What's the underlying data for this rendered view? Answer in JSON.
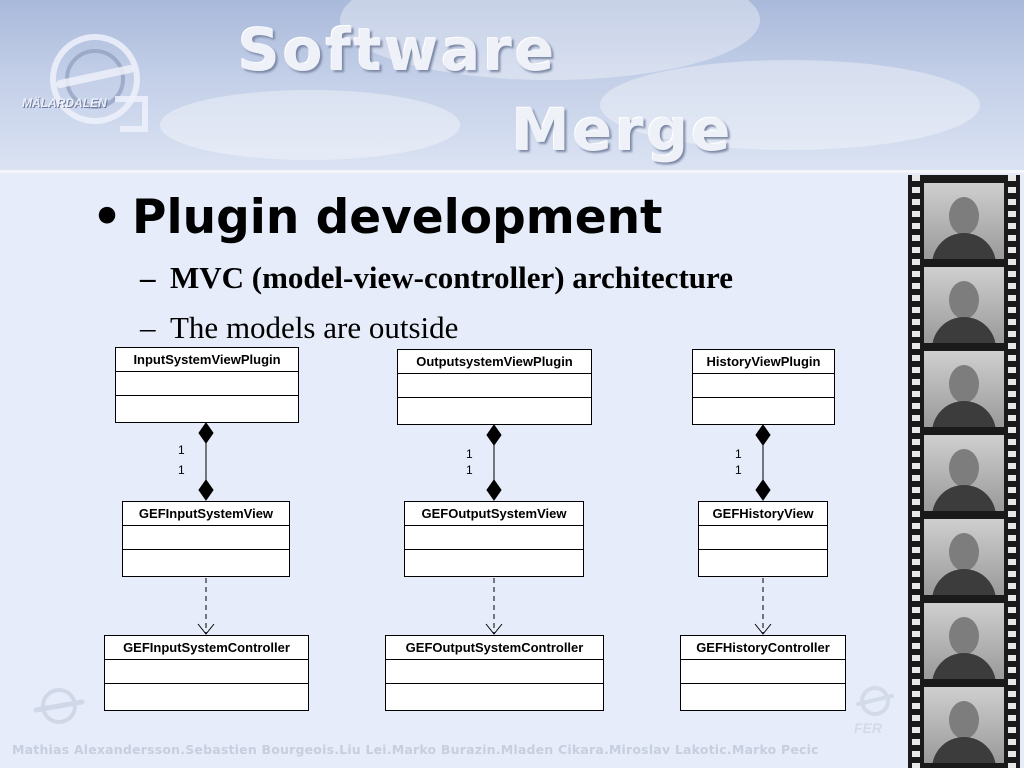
{
  "header": {
    "title_line1": "Software",
    "title_line2": "Merge",
    "logo_left_text": "MÄLARDALEN",
    "logo_right_text": "FER"
  },
  "content": {
    "bullet": "Plugin development",
    "sub_bullets": [
      "MVC (model-view-controller) architecture",
      "The models are outside"
    ]
  },
  "diagram": {
    "plugins": [
      "InputSystemViewPlugin",
      "OutputsystemViewPlugin",
      "HistoryViewPlugin"
    ],
    "views": [
      "GEFInputSystemView",
      "GEFOutputSystemView",
      "GEFHistoryView"
    ],
    "controllers": [
      "GEFInputSystemController",
      "GEFOutputSystemController",
      "GEFHistoryController"
    ],
    "multiplicity": [
      "1",
      "1"
    ]
  },
  "footer": {
    "credits": "Mathias Alexandersson.Sebastien Bourgeois.Liu Lei.Marko Burazin.Mladen Cikara.Miroslav Lakotic.Marko Pecic"
  },
  "colors": {
    "background": "#e6ecfa",
    "header": "#b6c4e2",
    "title_text": "#eef1f8",
    "footer_text": "#c7cfdf",
    "film_strip": "#1a1a1a"
  }
}
